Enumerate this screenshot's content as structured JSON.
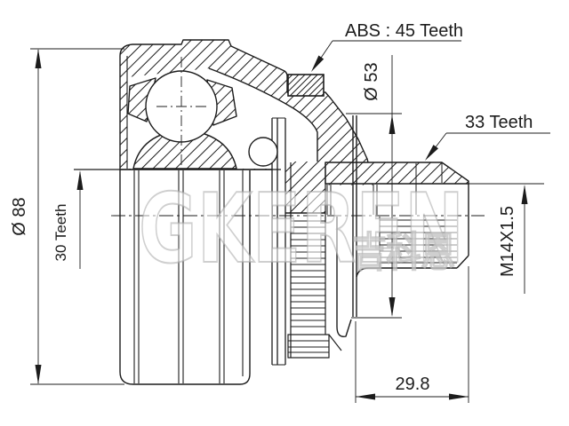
{
  "drawing": {
    "labels": {
      "abs_ring": "ABS : 45 Teeth",
      "outer_diameter": "Ø 88",
      "inner_spline_teeth": "30 Teeth",
      "hub_diameter": "Ø 53",
      "shaft_spline_teeth": "33 Teeth",
      "thread_spec": "M14X1.5",
      "stub_length": "29.8"
    },
    "watermark": {
      "brand": "GKEREN",
      "brand_cjk": "吉科恩"
    },
    "colors": {
      "ink": "#1c1c1c",
      "background": "#ffffff",
      "watermark_stroke": "#a8a8a8"
    }
  }
}
